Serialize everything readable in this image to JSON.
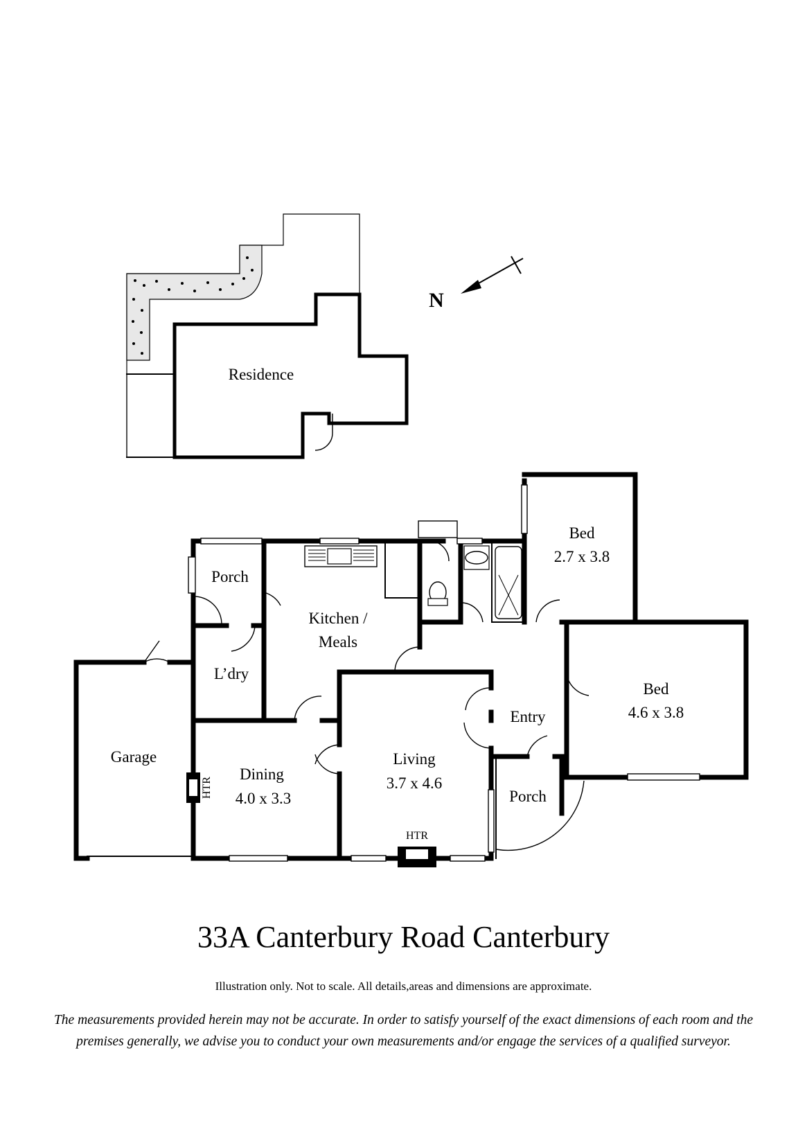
{
  "site_plan": {
    "residence_label": "Residence",
    "north_label": "N"
  },
  "rooms": {
    "porch_rear": "Porch",
    "kitchen_line1": "Kitchen /",
    "kitchen_line2": "Meals",
    "laundry": "L’dry",
    "garage": "Garage",
    "dining_name": "Dining",
    "dining_size": "4.0 x 3.3",
    "living_name": "Living",
    "living_size": "3.7 x 4.6",
    "entry": "Entry",
    "porch_front": "Porch",
    "bed1_name": "Bed",
    "bed1_size": "2.7 x 3.8",
    "bed2_name": "Bed",
    "bed2_size": "4.6 x 3.8",
    "heater_dining": "HTR",
    "heater_living": "HTR"
  },
  "address": "33A Canterbury Road  Canterbury",
  "disclaimer": "Illustration only. Not to scale. All details,areas and dimensions are approximate.",
  "note_line1": "The measurements provided herein may not be accurate. In order to satisfy yourself of the exact dimensions of each room and the",
  "note_line2": "premises generally, we advise you to conduct your own measurements and/or engage the services of a qualified surveyor."
}
